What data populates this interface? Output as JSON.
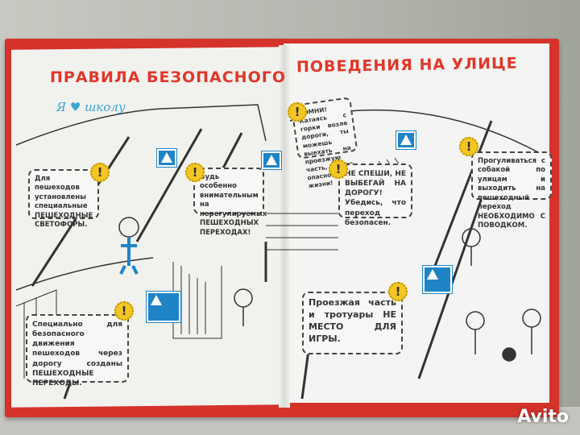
{
  "spread": {
    "title_left": "ПРАВИЛА БЕЗОПАСНОГО",
    "title_right": "ПОВЕДЕНИЯ НА УЛИЦЕ",
    "logo": "Я ♥ школу",
    "warning_symbol": "!",
    "notes": [
      "Для пешеходов установлены специальные ПЕШЕХОДНЫЕ СВЕТОФОРЫ.",
      "Будь особенно внимательным на нерегулируемых ПЕШЕХОДНЫХ ПЕРЕХОДАХ!",
      "ПОМНИ! Катаясь с горки возле дороги, ты можешь выехать на проезжую часть, а это опасно для жизни!",
      "НЕ СПЕШИ, НЕ ВЫБЕГАЙ НА ДОРОГУ! Убедись, что переход безопасен.",
      "Прогуливаться с собакой по улицам и выходить на пешеходный переход НЕОБХОДИМО С ПОВОДКОМ.",
      "Специально для безопасного движения пешеходов через дорогу созданы ПЕШЕХОДНЫЕ ПЕРЕХОДЫ.",
      "Проезжая часть и тротуары НЕ МЕСТО ДЛЯ ИГРЫ."
    ],
    "colors": {
      "cover": "#d5322b",
      "title": "#e0372a",
      "warning": "#f3c623",
      "sign": "#1f84c6"
    }
  },
  "watermark": "Avito"
}
